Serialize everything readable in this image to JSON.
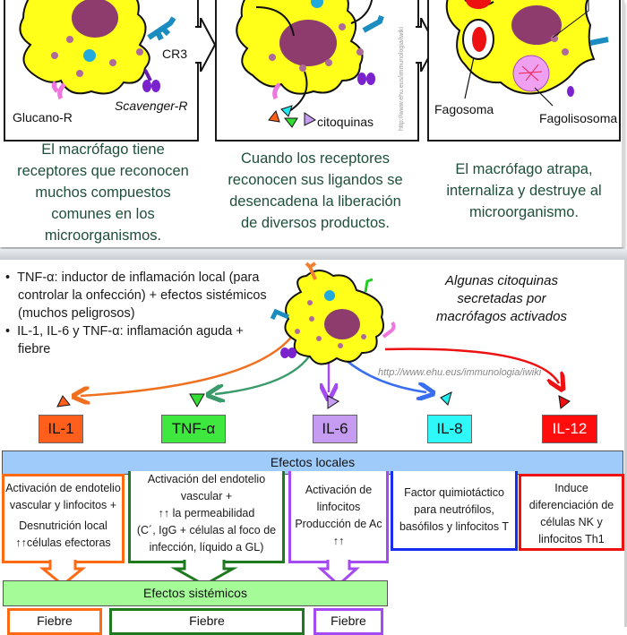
{
  "top_panels": {
    "panel1": {
      "receptor_labels": [
        "CR3",
        "Glucano-R",
        "Scavenger-R"
      ],
      "caption_lines": [
        "El macrófago tiene",
        "receptores que reconocen",
        "muchos compuestos",
        "comunes en los",
        "microorganismos."
      ]
    },
    "panel2": {
      "product_label": "citoquinas",
      "watermark": "http://www.ehu.eus/immunologia/iwiki",
      "caption_lines": [
        "Cuando los receptores",
        "reconocen sus ligandos se",
        "desencadena la liberación",
        "de diversos productos."
      ]
    },
    "panel3": {
      "labels": [
        "Fagosoma",
        "Fagolisosoma"
      ],
      "caption_lines": [
        "El macrófago atrapa,",
        "internaliza y destruye al",
        "microorganismo."
      ]
    }
  },
  "bottom": {
    "bullets": [
      "TNF-α: inductor de inflamación local (para controlar la onfección) + efectos sistémicos (muchos peligrosos)",
      "IL-1, IL-6 y TNF-α: inflamación aguda + fiebre"
    ],
    "title_lines": [
      "Algunas citoquinas",
      "secretadas por",
      "macrófagos activados"
    ],
    "watermark": "http://www.ehu.eus/immunologia/iwiki",
    "cytokines": [
      {
        "name": "IL-1",
        "color": "#ff5f1a",
        "text_color": "#111111"
      },
      {
        "name": "TNF-α",
        "color": "#3fe83f",
        "text_color": "#111111"
      },
      {
        "name": "IL-6",
        "color": "#c69cf2",
        "text_color": "#111111"
      },
      {
        "name": "IL-8",
        "color": "#2ef8f8",
        "text_color": "#111111"
      },
      {
        "name": "IL-12",
        "color": "#ff0d0d",
        "text_color": "#ffffff"
      }
    ],
    "local_effects_title": "Efectos locales",
    "local_effects": [
      {
        "lines": [
          "Activación de endotelio",
          "vascular y linfocitos +",
          "Desnutrición local",
          "↑↑células efectoras"
        ],
        "border": "#ff6a13"
      },
      {
        "lines": [
          "Activación del endotelio",
          "vascular +",
          "↑↑ la permeabilidad",
          "(C´, IgG + células al foco de",
          "infección, líquido a GL)"
        ],
        "border": "#1f7a1f"
      },
      {
        "lines": [
          "Activación de",
          "linfocitos",
          "Producción de Ac",
          "↑↑"
        ],
        "border": "#a34af2"
      },
      {
        "lines": [
          "Factor quimiotáctico",
          "para neutrófilos,",
          "basófilos y linfocitos T"
        ],
        "border": "#1a2cf0"
      },
      {
        "lines": [
          "Induce",
          "diferenciación de",
          "células NK y",
          "linfocitos Th1"
        ],
        "border": "#ee1111"
      }
    ],
    "systemic_effects_title": "Efectos sistémicos",
    "systemic_effects": [
      "Fiebre",
      "Fiebre",
      "Fiebre"
    ]
  }
}
